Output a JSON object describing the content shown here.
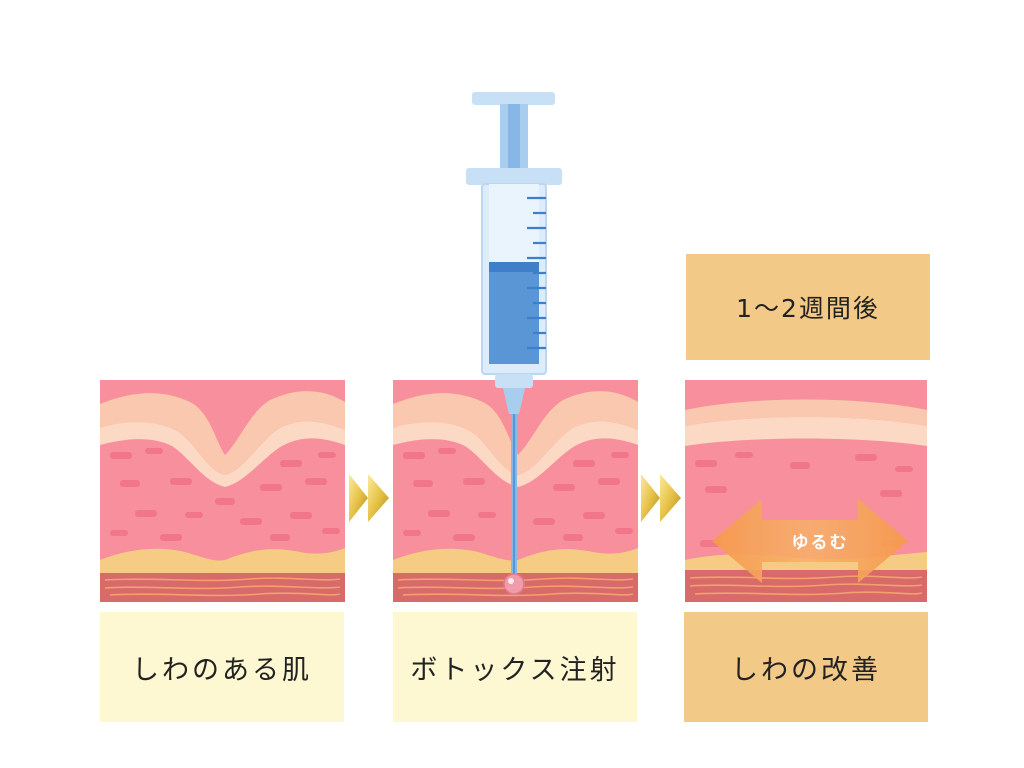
{
  "panels": {
    "before": {
      "label": "しわのある肌"
    },
    "inject": {
      "label": "ボトックス注射"
    },
    "after": {
      "label": "しわの改善",
      "arrow_text": "ゆるむ"
    }
  },
  "time_label": "1～2週間後",
  "colors": {
    "skin_surface": "#f9c8ae",
    "skin_outer": "#fbd9c5",
    "dermis": "#f7909c",
    "dermis_cell": "#f06c82",
    "fat": "#f6cc85",
    "muscle": "#d86a6a",
    "muscle_fiber": "#f3a870",
    "label_light": "#fdf7d2",
    "label_orange": "#f3c987",
    "arrow_gold": "#e6c347",
    "syringe_body": "#dcecfa",
    "syringe_fluid": "#5a95d6",
    "relax_arrow": "#f59a4d"
  },
  "icons": [
    "syringe-icon",
    "chevron-right-icon",
    "double-arrow-icon"
  ]
}
